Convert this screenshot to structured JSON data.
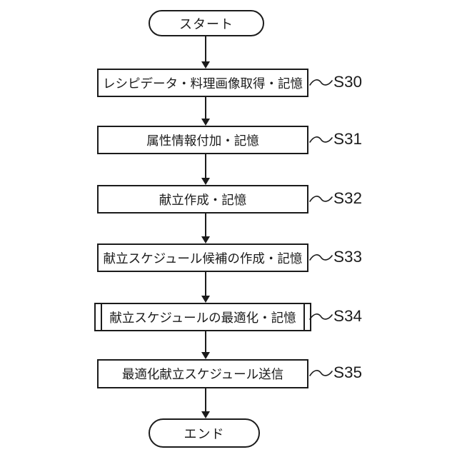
{
  "figure": {
    "type": "flowchart",
    "background_color": "#ffffff",
    "line_color": "#1b1b1b"
  },
  "terminators": {
    "start": "スタート",
    "end": "エンド"
  },
  "steps": [
    {
      "label": "S30",
      "text": "レシピデータ・料理画像取得・記憶",
      "shape": "process"
    },
    {
      "label": "S31",
      "text": "属性情報付加・記憶",
      "shape": "process"
    },
    {
      "label": "S32",
      "text": "献立作成・記憶",
      "shape": "process"
    },
    {
      "label": "S33",
      "text": "献立スケジュール候補の作成・記憶",
      "shape": "process"
    },
    {
      "label": "S34",
      "text": "献立スケジュールの最適化・記憶",
      "shape": "subroutine"
    },
    {
      "label": "S35",
      "text": "最適化献立スケジュール送信",
      "shape": "process"
    }
  ]
}
